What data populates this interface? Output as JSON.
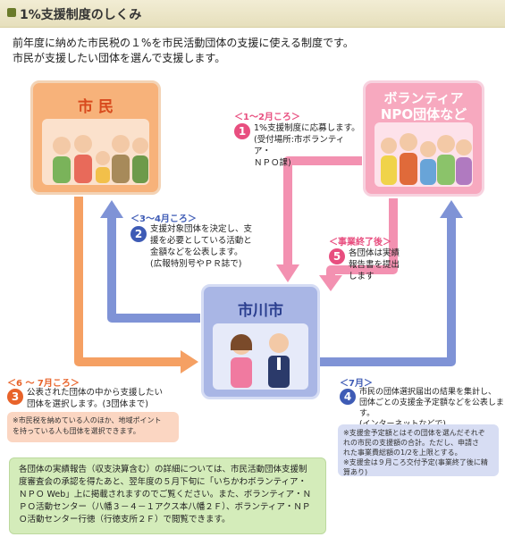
{
  "header": {
    "title": "1%支援制度のしくみ"
  },
  "intro": {
    "line1": "前年度に納めた市民税の１%を市民活動団体の支援に使える制度です。",
    "line2": "市民が支援したい団体を選んで支援します。"
  },
  "nodes": {
    "citizen": "市 民",
    "volunteer_line1": "ボランティア",
    "volunteer_line2": "NPO団体など",
    "city": "市川市"
  },
  "steps": [
    {
      "head": "＜1～2月ころ＞",
      "num": "1",
      "lines": [
        "1%支援制度に応募します。",
        "(受付場所:市ボランティア・",
        "ＮＰＯ課)"
      ]
    },
    {
      "head": "＜3～4月ころ＞",
      "num": "2",
      "lines": [
        "支援対象団体を決定し、支",
        "援を必要としている活動と",
        "金額などを公表します。",
        "(広報特別号やＰＲ誌で)"
      ]
    },
    {
      "head": "＜6 ～ 7月ころ＞",
      "num": "3",
      "lines": [
        "公表された団体の中から支援したい",
        "団体を選択します。(3団体まで)"
      ]
    },
    {
      "head": "＜7月＞",
      "num": "4",
      "lines": [
        "市民の団体選択届出の結果を集計し、",
        "団体ごとの支援金予定額などを公表します。",
        "(インターネットなどで)"
      ]
    },
    {
      "head": "＜事業終了後＞",
      "num": "5",
      "lines": [
        "各団体は実績",
        "報告書を提出",
        "します"
      ]
    }
  ],
  "notes": {
    "orange": [
      "※市民税を納めている人のほか、地域ポイント",
      "を持っている人も団体を選択できます。"
    ],
    "blue": [
      "※支援金予定額とはその団体を選んだそれぞ",
      "れの市民の支援額の合計。ただし、申請さ",
      "れた事業費総額の1/2を上限とする。",
      "※支援金は９月ころ交付予定(事業終了後に精",
      "算あり)"
    ],
    "green": [
      "各団体の実績報告（収支決算含む）の詳細については、市民活動団体支援制",
      "度審査会の承認を得たあと、翌年度の５月下旬に「いちかわボランティア・",
      "ＮＰＯ Web」上に掲載されますのでご覧ください。また、ボランティア・Ｎ",
      "ＰＯ活動センター（八幡３－４－１アクス本八幡２Ｆ）、ボランティア・ＮＰ",
      "Ｏ活動センター行徳（行徳支所２Ｆ）で閲覧できます。"
    ]
  },
  "colors": {
    "orange": "#f5a063",
    "pink": "#f391b1",
    "blue": "#7f93d6",
    "step_orange": "#e8632a",
    "step_pink": "#e84e7f",
    "step_blue": "#3e5bb5"
  },
  "icons": [
    "family-illustration",
    "volunteer-group-illustration",
    "city-staff-illustration"
  ]
}
